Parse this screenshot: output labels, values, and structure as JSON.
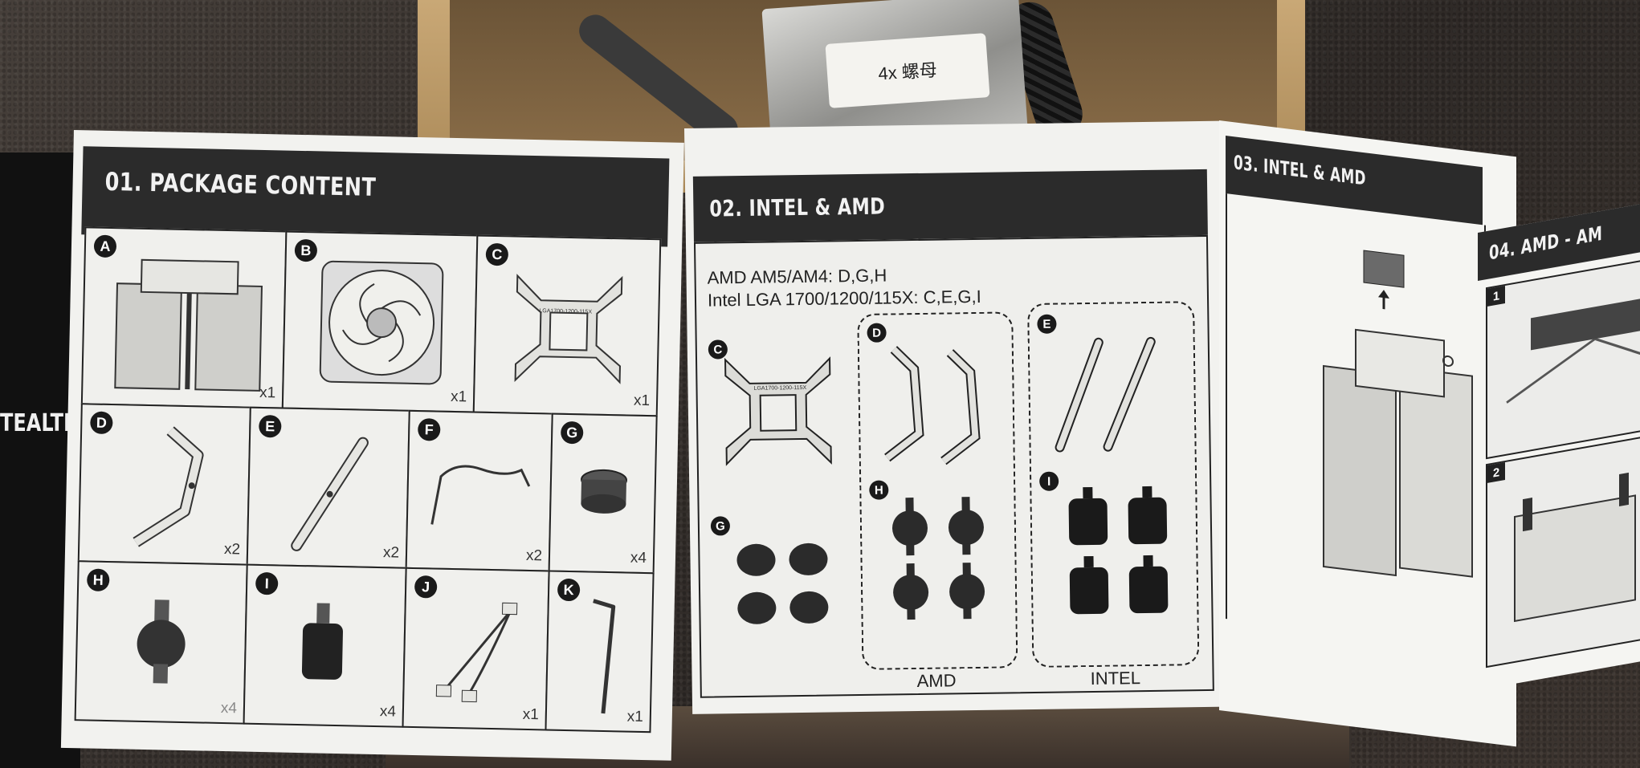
{
  "scene": {
    "bag_label": "4x 螺母",
    "side_brand": "TEALTH"
  },
  "panel1": {
    "title": "01. PACKAGE CONTENT",
    "items": [
      {
        "letter": "A",
        "qty": "x1"
      },
      {
        "letter": "B",
        "qty": "x1"
      },
      {
        "letter": "C",
        "qty": "x1",
        "part_label": "LGA1700-1200-115X"
      },
      {
        "letter": "D",
        "qty": "x2"
      },
      {
        "letter": "E",
        "qty": "x2"
      },
      {
        "letter": "F",
        "qty": "x2"
      },
      {
        "letter": "G",
        "qty": "x4"
      },
      {
        "letter": "H",
        "qty": "x4"
      },
      {
        "letter": "I",
        "qty": "x4"
      },
      {
        "letter": "J",
        "qty": "x1"
      },
      {
        "letter": "K",
        "qty": "x1"
      }
    ]
  },
  "panel2": {
    "title": "02. INTEL & AMD",
    "line1": "AMD AM5/AM4: D,G,H",
    "line2": "Intel LGA 1700/1200/115X:  C,E,G,I",
    "part_label": "LGA1700-1200-115X",
    "letters": {
      "c": "C",
      "d": "D",
      "e": "E",
      "g": "G",
      "h": "H",
      "i": "I"
    },
    "group_amd": "AMD",
    "group_intel": "INTEL"
  },
  "panel3": {
    "title": "03. INTEL & AMD"
  },
  "panel4": {
    "title": "04. AMD - AM",
    "steps": [
      "1",
      "2"
    ]
  },
  "colors": {
    "header": "#2b2b2b",
    "paper": "#f2f2ef",
    "ink": "#1a1a1a"
  }
}
